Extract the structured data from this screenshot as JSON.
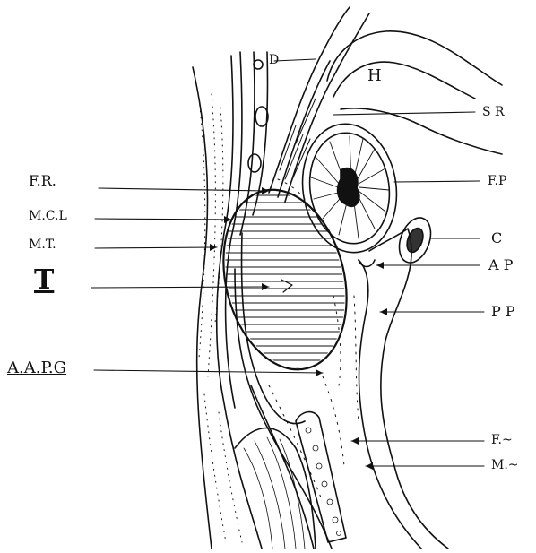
{
  "labels": {
    "d": "D",
    "h": "H",
    "sr": "S R",
    "fr": "F.R.",
    "fp": "F.P",
    "mcl": "M.C.L",
    "mt": "M.T.",
    "c": "C",
    "ap": "A P",
    "t": "T",
    "pp": "P P",
    "aapg": "A.A.P.G",
    "fu": "F.~",
    "mc": "M.~"
  },
  "colors": {
    "ink": "#111111",
    "background": "#ffffff"
  }
}
